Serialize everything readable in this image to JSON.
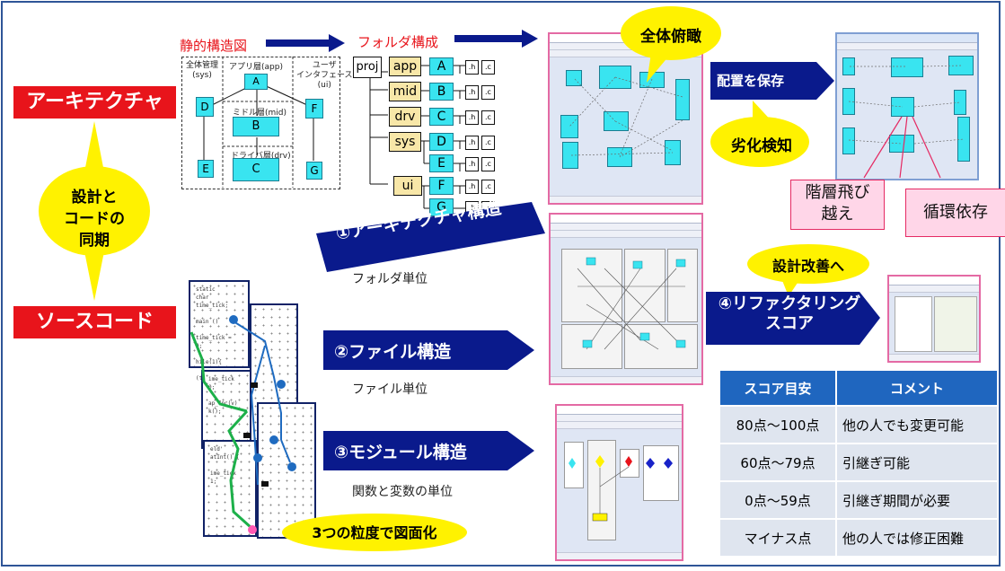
{
  "left": {
    "architecture": "アーキテクチャ",
    "sourcecode": "ソースコード",
    "sync_bubble": [
      "設計と",
      "コードの",
      "同期"
    ]
  },
  "static_diagram": {
    "title": "静的構造図",
    "groups": {
      "sys": "全体管理\n(sys)",
      "app": "アプリ層(app)",
      "ui": "ユーザ\nインタフェース\n(ui)",
      "mid": "ミドル層(mid)",
      "drv": "ドライバ層(drv)"
    },
    "nodes": [
      "A",
      "B",
      "C",
      "D",
      "E",
      "F",
      "G"
    ]
  },
  "folder": {
    "title": "フォルダ構成",
    "root": "proj",
    "folders": [
      "app",
      "mid",
      "drv",
      "sys",
      "ui"
    ],
    "modules": [
      "A",
      "B",
      "C",
      "D",
      "E",
      "F",
      "G"
    ],
    "files": [
      ".h",
      ".c"
    ]
  },
  "bubbles": {
    "overview": "全体俯瞰",
    "improve": "設計改善へ",
    "granularity": "3つの粒度で図面化",
    "degradation": "劣化検知"
  },
  "save_layout": "配置を保存",
  "steps": [
    {
      "label": "①アーキテクチャ構造",
      "caption": "フォルダ単位"
    },
    {
      "label": "②ファイル構造",
      "caption": "ファイル単位"
    },
    {
      "label": "③モジュール構造",
      "caption": "関数と変数の単位"
    }
  ],
  "refactoring": "④リファクタリング\nスコア",
  "callouts": {
    "layer_skip": "階層飛び\n越え",
    "cyclic": "循環依存"
  },
  "code": {
    "card1": "static\nchar\ntime_tick;\n\nmain ()\n\ntime_tick =\n0;\n\nhile(1){\n\n(time_tick)",
    "card2": "ime_tick\n0;\n\nap_fnc(v)\nk();",
    "card3": "eld'\natInt() {\n\nime_tick\n1;"
  },
  "score_table": {
    "headers": [
      "スコア目安",
      "コメント"
    ],
    "rows": [
      [
        "80点～100点",
        "他の人でも変更可能"
      ],
      [
        "60点～79点",
        "引継ぎ可能"
      ],
      [
        "0点～59点",
        "引継ぎ期間が必要"
      ],
      [
        "マイナス点",
        "他の人では修正困難"
      ]
    ]
  },
  "colors": {
    "red": "#e8141b",
    "navy": "#0a1a8c",
    "cyan": "#39e4f0",
    "yellow": "#fff200",
    "table_header": "#1f66bf"
  }
}
